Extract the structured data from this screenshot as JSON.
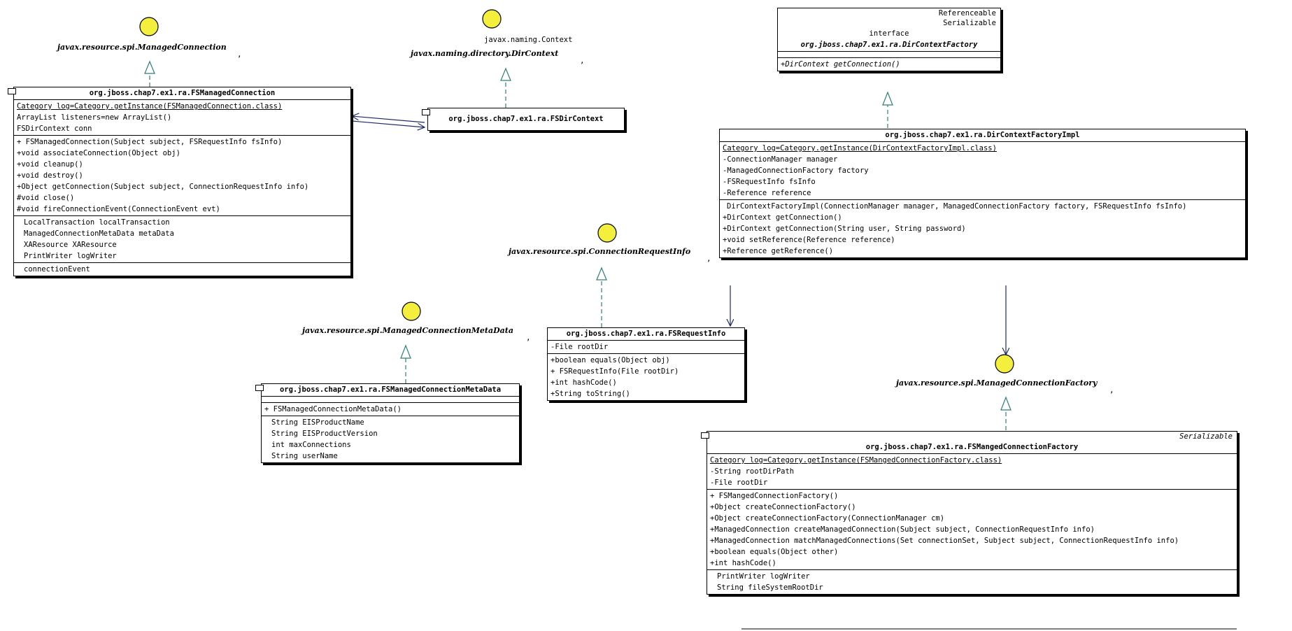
{
  "interfaces": {
    "managed_connection": "javax.resource.spi.ManagedConnection",
    "dir_context_ext": "javax.naming.Context",
    "dir_context": "javax.naming.directory.DirContext",
    "connection_request_info": "javax.resource.spi.ConnectionRequestInfo",
    "managed_connection_meta_data": "javax.resource.spi.ManagedConnectionMetaData",
    "managed_connection_factory": "javax.resource.spi.ManagedConnectionFactory",
    "comma": ","
  },
  "colors": {
    "lollipop": "#f4ee3c",
    "realization_line": "#2f7f7a",
    "assoc_line": "#1b2a6b"
  },
  "classes": {
    "fs_managed_connection": {
      "title": "org.jboss.chap7.ex1.ra.FSManagedConnection",
      "attrs": [
        "Category log=Category.getInstance(FSManagedConnection.class)",
        "ArrayList listeners=new ArrayList()",
        "FSDirContext conn"
      ],
      "ops": [
        "+ FSManagedConnection(Subject subject, FSRequestInfo fsInfo)",
        "+void associateConnection(Object obj)",
        "+void cleanup()",
        "+void destroy()",
        "+Object getConnection(Subject subject, ConnectionRequestInfo info)",
        "#void close()",
        "#void fireConnectionEvent(ConnectionEvent evt)"
      ],
      "props": [
        "LocalTransaction localTransaction",
        "ManagedConnectionMetaData metaData",
        "XAResource XAResource",
        "PrintWriter logWriter"
      ],
      "events": [
        "connectionEvent"
      ]
    },
    "fs_dir_context": {
      "title": "org.jboss.chap7.ex1.ra.FSDirContext"
    },
    "dir_context_factory": {
      "stereotypes": [
        "Referenceable",
        "Serializable"
      ],
      "kind": "interface",
      "title": "org.jboss.chap7.ex1.ra.DirContextFactory",
      "ops": [
        "+DirContext getConnection()"
      ]
    },
    "dir_context_factory_impl": {
      "title": "org.jboss.chap7.ex1.ra.DirContextFactoryImpl",
      "attrs": [
        "Category log=Category.getInstance(DirContextFactoryImpl.class)",
        "-ConnectionManager manager",
        "-ManagedConnectionFactory factory",
        "-FSRequestInfo fsInfo",
        "-Reference reference"
      ],
      "ops": [
        "DirContextFactoryImpl(ConnectionManager manager, ManagedConnectionFactory factory, FSRequestInfo fsInfo)",
        "+DirContext getConnection()",
        "+DirContext getConnection(String user, String password)",
        "+void setReference(Reference reference)",
        "+Reference getReference()"
      ]
    },
    "fs_request_info": {
      "title": "org.jboss.chap7.ex1.ra.FSRequestInfo",
      "attrs": [
        "-File rootDir"
      ],
      "ops": [
        "+boolean equals(Object obj)",
        "+ FSRequestInfo(File rootDir)",
        "+int hashCode()",
        "+String toString()"
      ]
    },
    "fs_managed_connection_meta_data": {
      "title": "org.jboss.chap7.ex1.ra.FSManagedConnectionMetaData",
      "ops": [
        "+ FSManagedConnectionMetaData()"
      ],
      "props": [
        "String EISProductName",
        "String EISProductVersion",
        "int maxConnections",
        "String userName"
      ]
    },
    "fs_managed_connection_factory": {
      "stereotype": "Serializable",
      "title": "org.jboss.chap7.ex1.ra.FSMangedConnectionFactory",
      "attrs": [
        "Category log=Category.getInstance(FSMangedConnectionFactory.class)",
        "-String rootDirPath",
        "-File rootDir"
      ],
      "ops": [
        "+ FSMangedConnectionFactory()",
        "+Object createConnectionFactory()",
        "+Object createConnectionFactory(ConnectionManager cm)",
        "+ManagedConnection createManagedConnection(Subject subject, ConnectionRequestInfo info)",
        "+ManagedConnection matchManagedConnections(Set connectionSet, Subject subject, ConnectionRequestInfo info)",
        "+boolean equals(Object other)",
        "+int hashCode()"
      ],
      "props": [
        "PrintWriter logWriter",
        "String fileSystemRootDir"
      ]
    }
  }
}
